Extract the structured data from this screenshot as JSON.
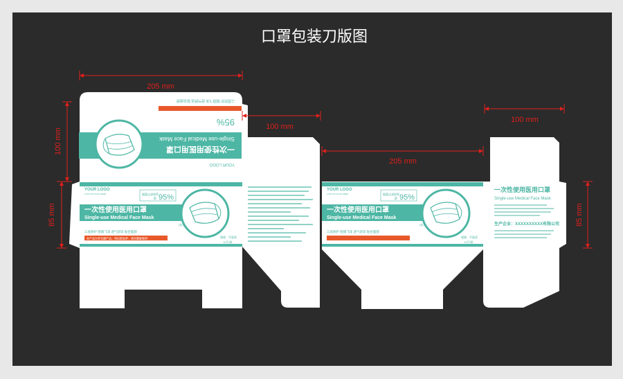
{
  "title": "口罩包装刀版图",
  "dimensions": {
    "top_width": "205 mm",
    "top_height": "100 mm",
    "side_width": "100 mm",
    "front_width": "205 mm",
    "left_height": "85 mm",
    "right_side_width": "100 mm",
    "right_height": "85 mm"
  },
  "product": {
    "logo": "YOUR LOGO",
    "logo_sub": "LOGO SLOGAN HERE",
    "name_cn": "一次性使用医用口罩",
    "name_en": "Single-use Medical Face Mask",
    "sterile": "(非灭菌型)",
    "efficiency_label": "细菌过滤效率",
    "efficiency_symbol": "≥",
    "efficiency_value": "95%",
    "spec": "规格：平面耳",
    "count": "10只/袋",
    "warning": "本产品为非无菌产品，用后即丢弃，请勿重复使用",
    "slogan": "三层防护 阻隔飞沫 透气舒适 贴合面部",
    "company": "生产企业：XXXXXXXXXX有限公司",
    "colors": {
      "teal": "#4db6a4",
      "orange": "#e8582a",
      "dimension": "#e0201c",
      "panel": "#ffffff"
    }
  }
}
